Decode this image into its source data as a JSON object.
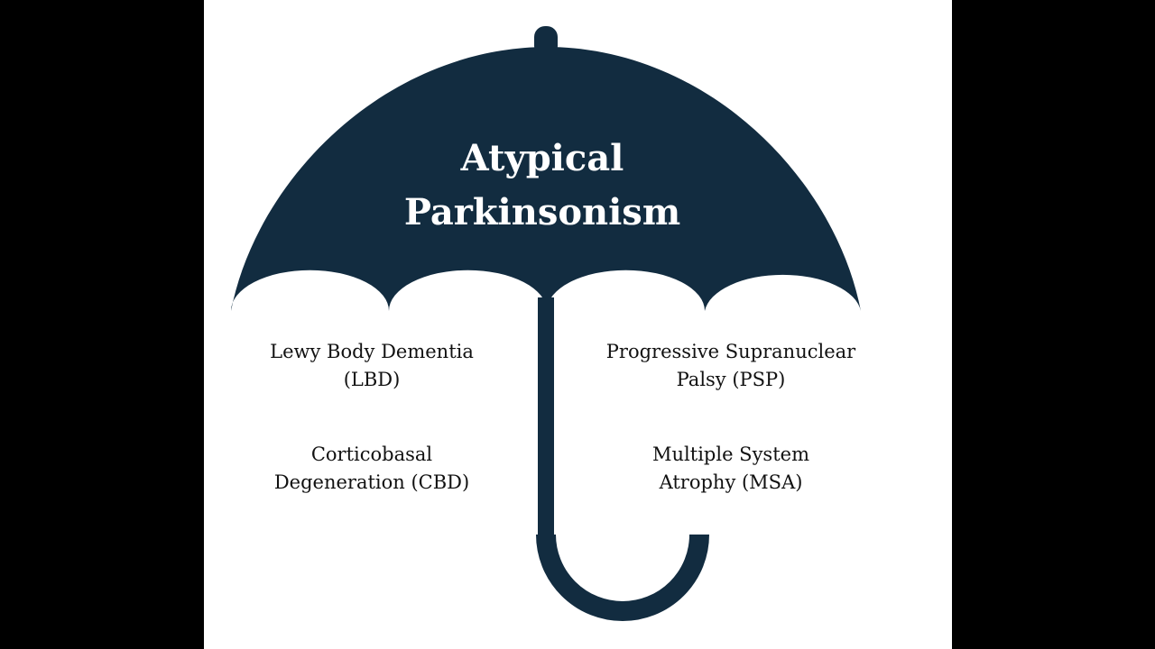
{
  "colors": {
    "umbrella": "#122c40",
    "background": "#ffffff",
    "frame": "#000000",
    "title_text": "#ffffff",
    "label_text": "#111111"
  },
  "icons": {
    "umbrella": "umbrella-icon"
  },
  "title": {
    "line1": "Atypical",
    "line2": "Parkinsonism"
  },
  "subtypes": [
    {
      "line1": "Lewy Body Dementia",
      "line2": "(LBD)"
    },
    {
      "line1": "Progressive Supranuclear",
      "line2": "Palsy (PSP)"
    },
    {
      "line1": "Corticobasal",
      "line2": "Degeneration (CBD)"
    },
    {
      "line1": "Multiple System",
      "line2": "Atrophy (MSA)"
    }
  ]
}
